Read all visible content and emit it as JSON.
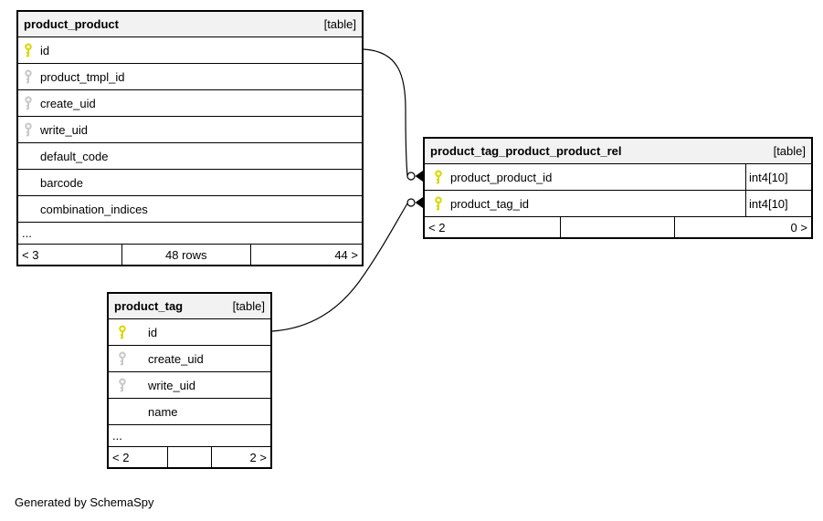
{
  "diagram": {
    "generated_note": "Generated by SchemaSpy",
    "colors": {
      "pk": "#d8d800",
      "fk": "#c9c9c9",
      "header_bg": "#f2f2f2",
      "border": "#000000"
    },
    "relations": [
      {
        "from": "product_product.id",
        "to": "product_tag_product_product_rel.product_product_id"
      },
      {
        "from": "product_tag.id",
        "to": "product_tag_product_product_rel.product_tag_id"
      }
    ],
    "tables": {
      "product_product": {
        "name": "product_product",
        "type_label": "[table]",
        "columns": [
          {
            "name": "id",
            "key": "pk"
          },
          {
            "name": "product_tmpl_id",
            "key": "fk"
          },
          {
            "name": "create_uid",
            "key": "fk"
          },
          {
            "name": "write_uid",
            "key": "fk"
          },
          {
            "name": "default_code",
            "key": ""
          },
          {
            "name": "barcode",
            "key": ""
          },
          {
            "name": "combination_indices",
            "key": ""
          }
        ],
        "ellipsis": "...",
        "footer": {
          "left": "< 3",
          "center": "48 rows",
          "right": "44 >"
        }
      },
      "product_tag_product_product_rel": {
        "name": "product_tag_product_product_rel",
        "type_label": "[table]",
        "columns": [
          {
            "name": "product_product_id",
            "key": "pk",
            "type": "int4[10]"
          },
          {
            "name": "product_tag_id",
            "key": "pk",
            "type": "int4[10]"
          }
        ],
        "footer": {
          "left": "< 2",
          "center": "",
          "right": "0 >"
        }
      },
      "product_tag": {
        "name": "product_tag",
        "type_label": "[table]",
        "columns": [
          {
            "name": "id",
            "key": "pk"
          },
          {
            "name": "create_uid",
            "key": "fk"
          },
          {
            "name": "write_uid",
            "key": "fk"
          },
          {
            "name": "name",
            "key": ""
          }
        ],
        "ellipsis": "...",
        "footer": {
          "left": "< 2",
          "center": "",
          "right": "2 >"
        }
      }
    }
  }
}
